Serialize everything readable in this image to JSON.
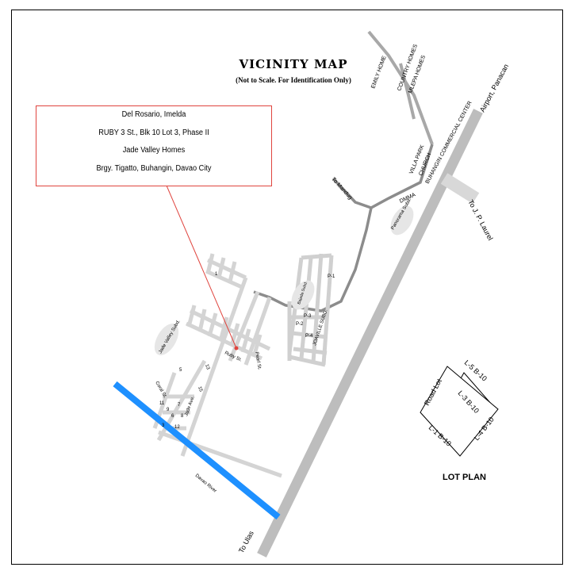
{
  "title": "VICINITY MAP",
  "subtitle": "(Not to Scale. For Identification Only)",
  "owner": {
    "name": "Del Rosario, Imelda",
    "lot": "RUBY 3 St.,  Blk  10 Lot 3, Phase II",
    "subdivision": "Jade Valley  Homes",
    "address": "Brgy.  Tigatto,  Buhangin, Davao City"
  },
  "labels": {
    "emily_home": "EMILY HOME",
    "country_homes": "COUNTRY HOMES",
    "mlepa_homes": "MLEPA HOMES",
    "airport_panacan": "Airport, Panacan",
    "villa_park": "VILLA PARK",
    "church": "CHURCH",
    "buhangin_center": "BUHANGIN COMMERCIAL CENTER",
    "to_jp_laurel": "To J. P. Laurel",
    "to_mandug": "To Mandug",
    "dmma": "DMMA",
    "panorama_subd": "Panorama Subd.",
    "bajada_subd": "Bajada Subd.",
    "jade_valley_subd": "Jade Valley Subd.",
    "joaville": "JOAVILLE SUBD.",
    "ruby_st": "Ruby St.",
    "pearl_st": "Pearl St.",
    "jade_ave": "Jade Ave.",
    "coral_st": "Coral St.",
    "davao_river": "Davao River",
    "to_ulas": "To Ulas",
    "num_1": "1",
    "num_13": "13",
    "num_5": "5",
    "num_15": "15",
    "num_11": "11",
    "num_12": "12",
    "num_9": "9",
    "num_7": "7",
    "num_8": "8",
    "num_6": "6",
    "num_3": "3",
    "p_labels": [
      "P-1",
      "P-2",
      "P-3",
      "P-4"
    ]
  },
  "lot_plan": {
    "title": "LOT PLAN",
    "center": "L-3 B-10",
    "top": "L-5 B-10",
    "right": "L-4 B-10",
    "bottom": "L-1 B-10",
    "left": "Road Lot"
  },
  "colors": {
    "river": "#1e90ff",
    "road_main": "#bdbdbd",
    "road_dark": "#8c8c8c",
    "road_light": "#d8d8d8",
    "pointer": "#e0443e"
  }
}
